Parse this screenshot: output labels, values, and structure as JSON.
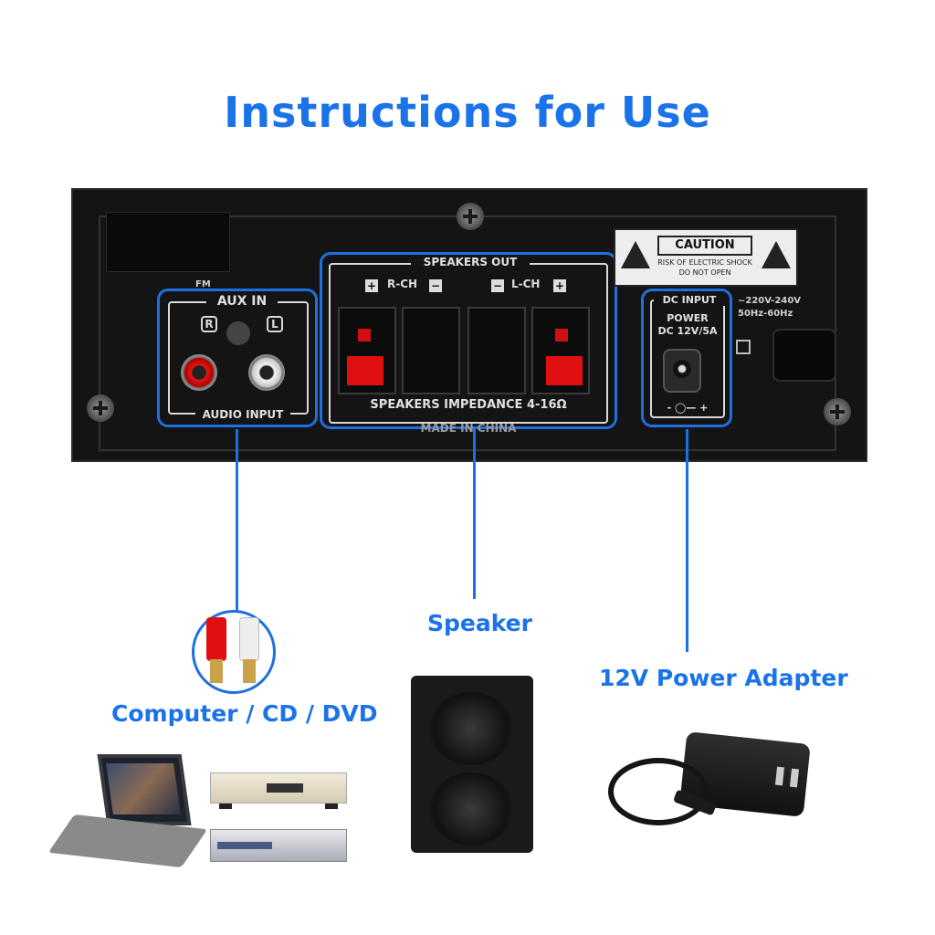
{
  "title": "Instructions for Use",
  "panel": {
    "fm_label": "FM",
    "aux_title": "AUX IN",
    "aux_r": "R",
    "aux_l": "L",
    "audio_input": "AUDIO INPUT",
    "speakers_out": "SPEAKERS OUT",
    "r_ch": "R-CH",
    "l_ch": "L-CH",
    "plus": "+",
    "minus": "−",
    "impedance": "SPEAKERS IMPEDANCE 4-16Ω",
    "made_in": "MADE IN CHINA",
    "caution_title": "CAUTION",
    "caution_line1": "RISK OF ELECTRIC SHOCK",
    "caution_line2": "DO NOT OPEN",
    "dc_input": "DC INPUT",
    "power": "POWER",
    "dc_rating": "DC 12V/5A",
    "polarity": "- ◯— +",
    "ac_line1": "~220V-240V",
    "ac_line2": "50Hz-60Hz"
  },
  "callouts": {
    "source": "Computer / CD / DVD",
    "speaker": "Speaker",
    "power": "12V Power Adapter"
  },
  "colors": {
    "accent": "#1a73e8",
    "panel": "#141414",
    "terminal_red": "#e01010"
  }
}
